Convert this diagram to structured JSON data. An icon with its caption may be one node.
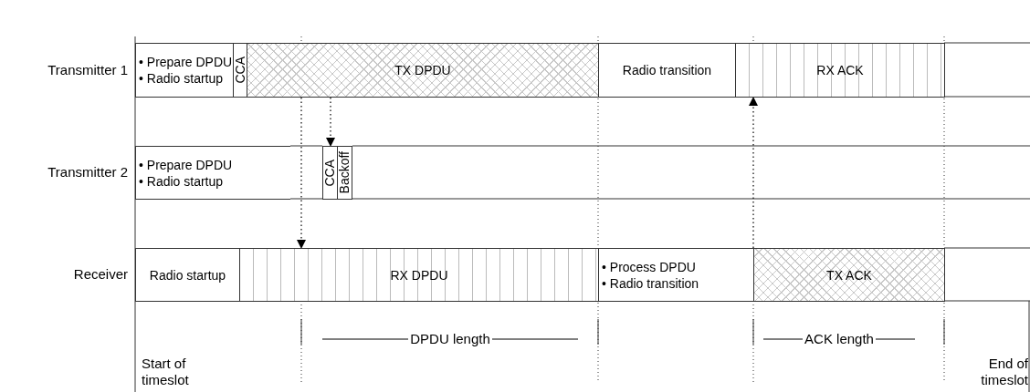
{
  "diagram": {
    "nodes": [
      {
        "text": [
          "• Prepare DPDU",
          "• Radio startup"
        ]
      },
      {
        "text": [
          "CCA"
        ]
      },
      {
        "text": [
          "TX DPDU"
        ]
      },
      {
        "text": [
          "Radio transition"
        ]
      },
      {
        "text": [
          "RX ACK"
        ]
      },
      {
        "text": [
          "• Prepare DPDU",
          "• Radio startup"
        ]
      },
      {
        "text": [
          "CCA"
        ]
      },
      {
        "text": [
          "Backoff"
        ]
      },
      {
        "text": [
          "Radio startup"
        ]
      },
      {
        "text": [
          "RX DPDU"
        ]
      },
      {
        "text": [
          "• Process DPDU",
          "• Radio transition"
        ]
      },
      {
        "text": [
          "TX ACK"
        ]
      }
    ],
    "edges": [
      {
        "from": 2,
        "to": 9,
        "arrow": "to",
        "style": "dashed"
      },
      {
        "from": 2,
        "to": 6,
        "arrow": "to",
        "style": "dashed"
      },
      {
        "from": 11,
        "to": 4,
        "arrow": "to",
        "style": "dashed"
      }
    ],
    "labels": [
      "Transmitter 1",
      "Transmitter 2",
      "Receiver",
      "DPDU length",
      "ACK length",
      "Start of timeslot",
      "End of timeslot"
    ]
  }
}
